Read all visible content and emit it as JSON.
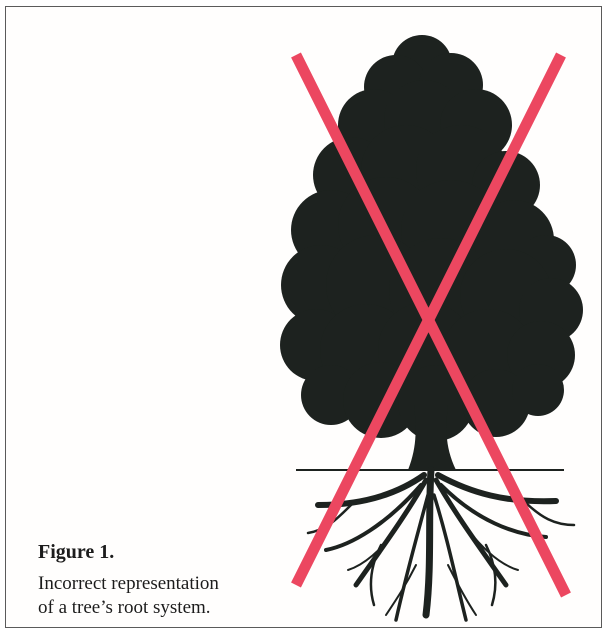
{
  "figure": {
    "label": "Figure 1.",
    "caption_line_1": "Incorrect representation",
    "caption_line_2": "of a tree’s root system."
  },
  "icons": {
    "tree": "tree-silhouette-icon",
    "cross": "red-x-cross-icon"
  },
  "colors": {
    "tree": "#1d221f",
    "cross": "#ec4760",
    "border": "#5a5a5a",
    "text": "#1c1c1c"
  }
}
